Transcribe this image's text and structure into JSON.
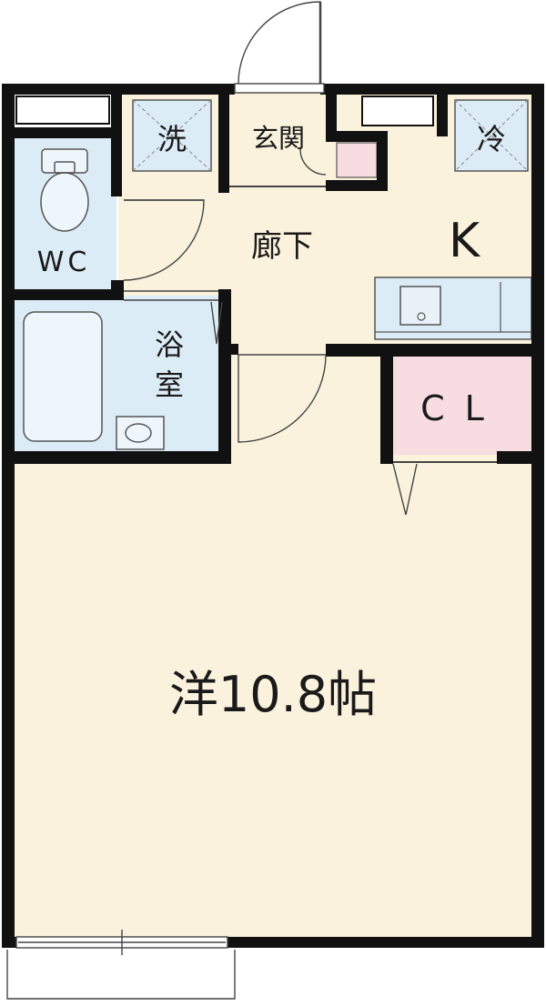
{
  "rooms": {
    "washer": "洗",
    "entrance": "玄関",
    "fridge": "冷",
    "wc": "WC",
    "hallway": "廊下",
    "kitchen": "K",
    "bath_line1": "浴",
    "bath_line2": "室",
    "closet": "CL",
    "western_room": "洋10.8帖"
  },
  "colors": {
    "floor": "#faf2dc",
    "wet_area": "#dcecf6",
    "closet": "#f7dce2",
    "wall": "#111111",
    "fixture_line": "#555555"
  }
}
